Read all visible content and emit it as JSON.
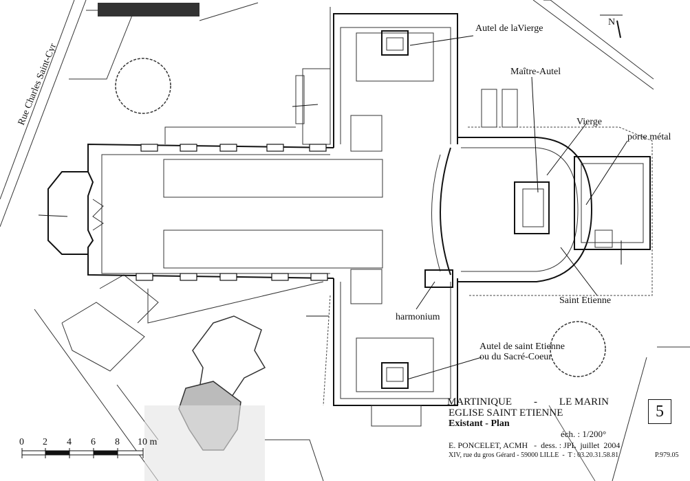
{
  "street": "Rue Charles Saint-Cyr",
  "north": "N",
  "labels": {
    "autel_vierge": "Autel de laVierge",
    "maitre_autel": "Maître-Autel",
    "vierge": "Vierge",
    "porte_metal": "porte métal",
    "saint_etienne": "Saint Etienne",
    "harmonium": "harmonium",
    "autel_st_etienne_1": "Autel de saint Etienne",
    "autel_st_etienne_2": "ou du Sacré-Coeur"
  },
  "scale_bar": {
    "ticks": [
      "0",
      "2",
      "4",
      "6",
      "8",
      "10 m"
    ]
  },
  "title_block": {
    "line1_left": "MARTINIQUE",
    "line1_sep": "-",
    "line1_right": "LE MARIN",
    "line2": "EGLISE SAINT ETIENNE",
    "line3": "Existant - Plan",
    "scale": "éch. : 1/200°",
    "author": "E. PONCELET, ACMH   -  dess. : JPL  juillet  2004",
    "address": "XIV, rue du gros Gérard - 59000 LILLE  -  T : 03.20.31.58.81",
    "ref": "P.979.05",
    "sheet": "5"
  }
}
